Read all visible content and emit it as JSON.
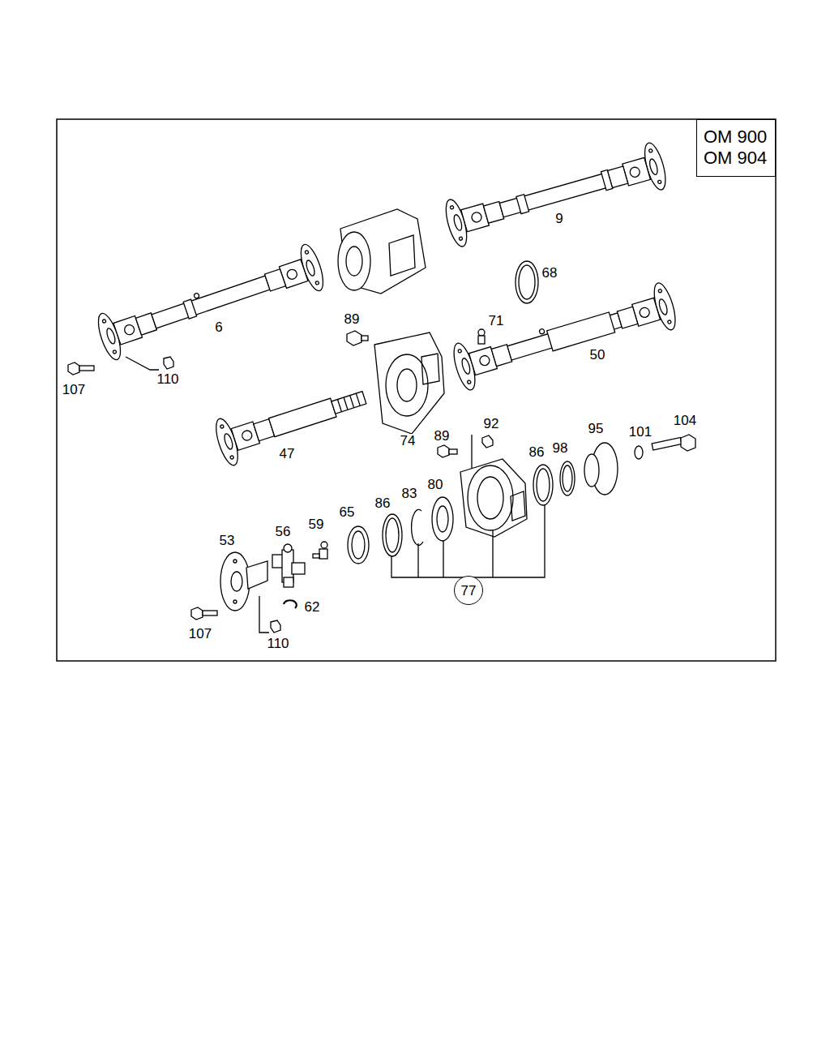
{
  "diagram": {
    "nodes": [
      {
        "text": [
          "OM 900",
          "OM 904"
        ]
      },
      {
        "text": [
          "77"
        ]
      }
    ],
    "labels": [
      "9",
      "68",
      "6",
      "89",
      "71",
      "50",
      "107",
      "110",
      "47",
      "74",
      "89",
      "92",
      "95",
      "101",
      "104",
      "86",
      "98",
      "65",
      "86",
      "83",
      "80",
      "53",
      "56",
      "59",
      "62",
      "107",
      "110"
    ]
  }
}
